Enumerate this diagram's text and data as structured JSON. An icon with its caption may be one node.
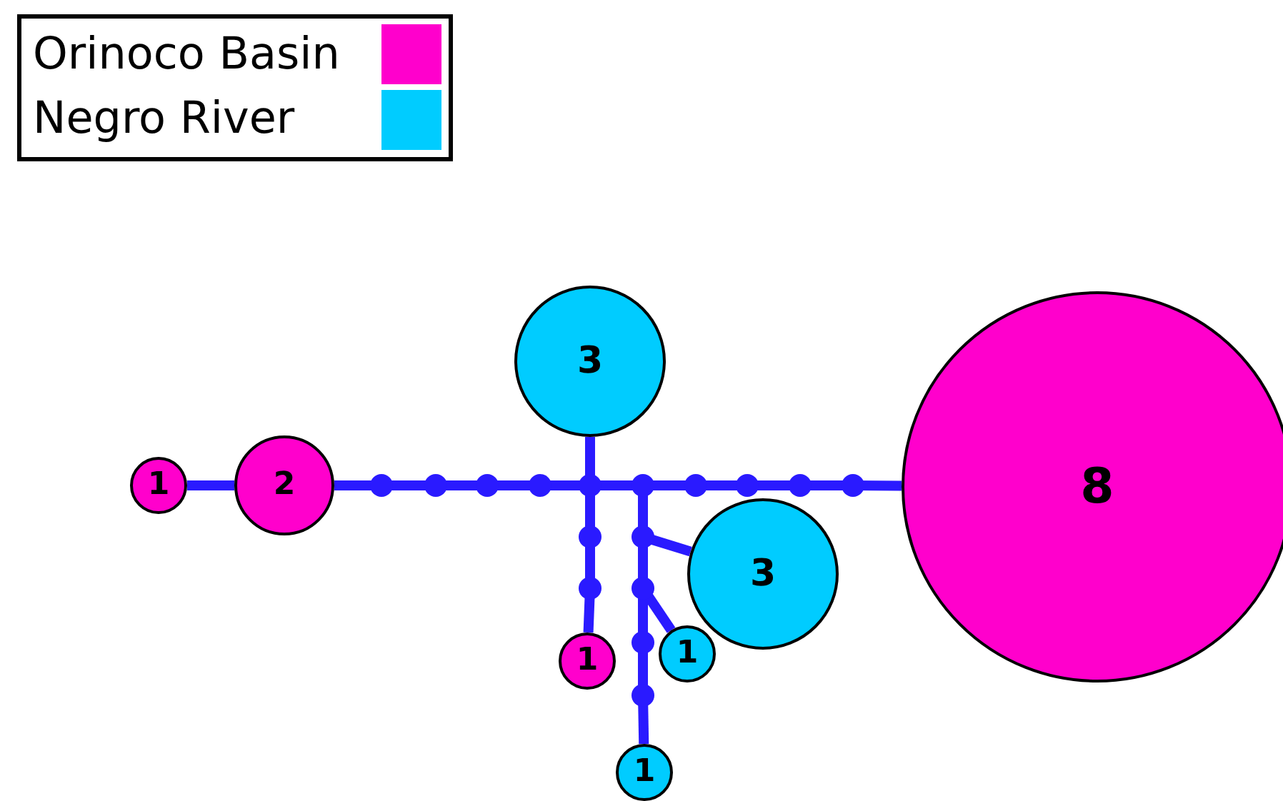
{
  "diagram": {
    "nodes": [
      {
        "text": [
          "3"
        ]
      },
      {
        "text": [
          "1"
        ]
      },
      {
        "text": [
          "2"
        ]
      },
      {
        "text": [],
        "shape": "circle"
      },
      {
        "text": [],
        "shape": "circle"
      },
      {
        "text": [],
        "shape": "circle"
      },
      {
        "text": [],
        "shape": "circle"
      },
      {
        "text": [],
        "shape": "circle"
      },
      {
        "text": [],
        "shape": "circle"
      },
      {
        "text": [],
        "shape": "circle"
      },
      {
        "text": [],
        "shape": "circle"
      },
      {
        "text": [],
        "shape": "circle"
      },
      {
        "text": [],
        "shape": "circle"
      },
      {
        "text": [
          "8"
        ]
      },
      {
        "text": [],
        "shape": "circle"
      },
      {
        "text": [],
        "shape": "circle"
      },
      {
        "text": [
          "3"
        ]
      },
      {
        "text": [],
        "shape": "circle"
      },
      {
        "text": [],
        "shape": "circle"
      },
      {
        "text": [],
        "shape": "circle"
      },
      {
        "text": [
          "1"
        ]
      },
      {
        "text": [
          "1"
        ]
      },
      {
        "text": [],
        "shape": "circle"
      },
      {
        "text": [
          "1"
        ]
      }
    ],
    "edges": [
      {
        "from": 1,
        "to": 2,
        "arrow": "none"
      },
      {
        "from": 2,
        "to": 3,
        "arrow": "none"
      },
      {
        "from": 3,
        "to": 4,
        "arrow": "none"
      },
      {
        "from": 4,
        "to": 5,
        "arrow": "none"
      },
      {
        "from": 5,
        "to": 6,
        "arrow": "none"
      },
      {
        "from": 6,
        "to": 7,
        "arrow": "none"
      },
      {
        "from": 7,
        "to": 8,
        "arrow": "none"
      },
      {
        "from": 8,
        "to": 9,
        "arrow": "none"
      },
      {
        "from": 9,
        "to": 10,
        "arrow": "none"
      },
      {
        "from": 10,
        "to": 11,
        "arrow": "none"
      },
      {
        "from": 11,
        "to": 12,
        "arrow": "none"
      },
      {
        "from": 12,
        "to": 13,
        "arrow": "none"
      },
      {
        "from": 0,
        "to": 7,
        "arrow": "none"
      },
      {
        "from": 7,
        "to": 14,
        "arrow": "none"
      },
      {
        "from": 14,
        "to": 17,
        "arrow": "none"
      },
      {
        "from": 17,
        "to": 20,
        "arrow": "none"
      },
      {
        "from": 8,
        "to": 15,
        "arrow": "none"
      },
      {
        "from": 15,
        "to": 18,
        "arrow": "none"
      },
      {
        "from": 18,
        "to": 19,
        "arrow": "none"
      },
      {
        "from": 19,
        "to": 22,
        "arrow": "none"
      },
      {
        "from": 22,
        "to": 23,
        "arrow": "none"
      },
      {
        "from": 15,
        "to": 16,
        "arrow": "none"
      },
      {
        "from": 18,
        "to": 21,
        "arrow": "none"
      }
    ],
    "legend": [
      {
        "text": "Orinoco Basin",
        "color": "#ff00cc"
      },
      {
        "text": "Negro River",
        "color": "#00ccff"
      }
    ]
  }
}
